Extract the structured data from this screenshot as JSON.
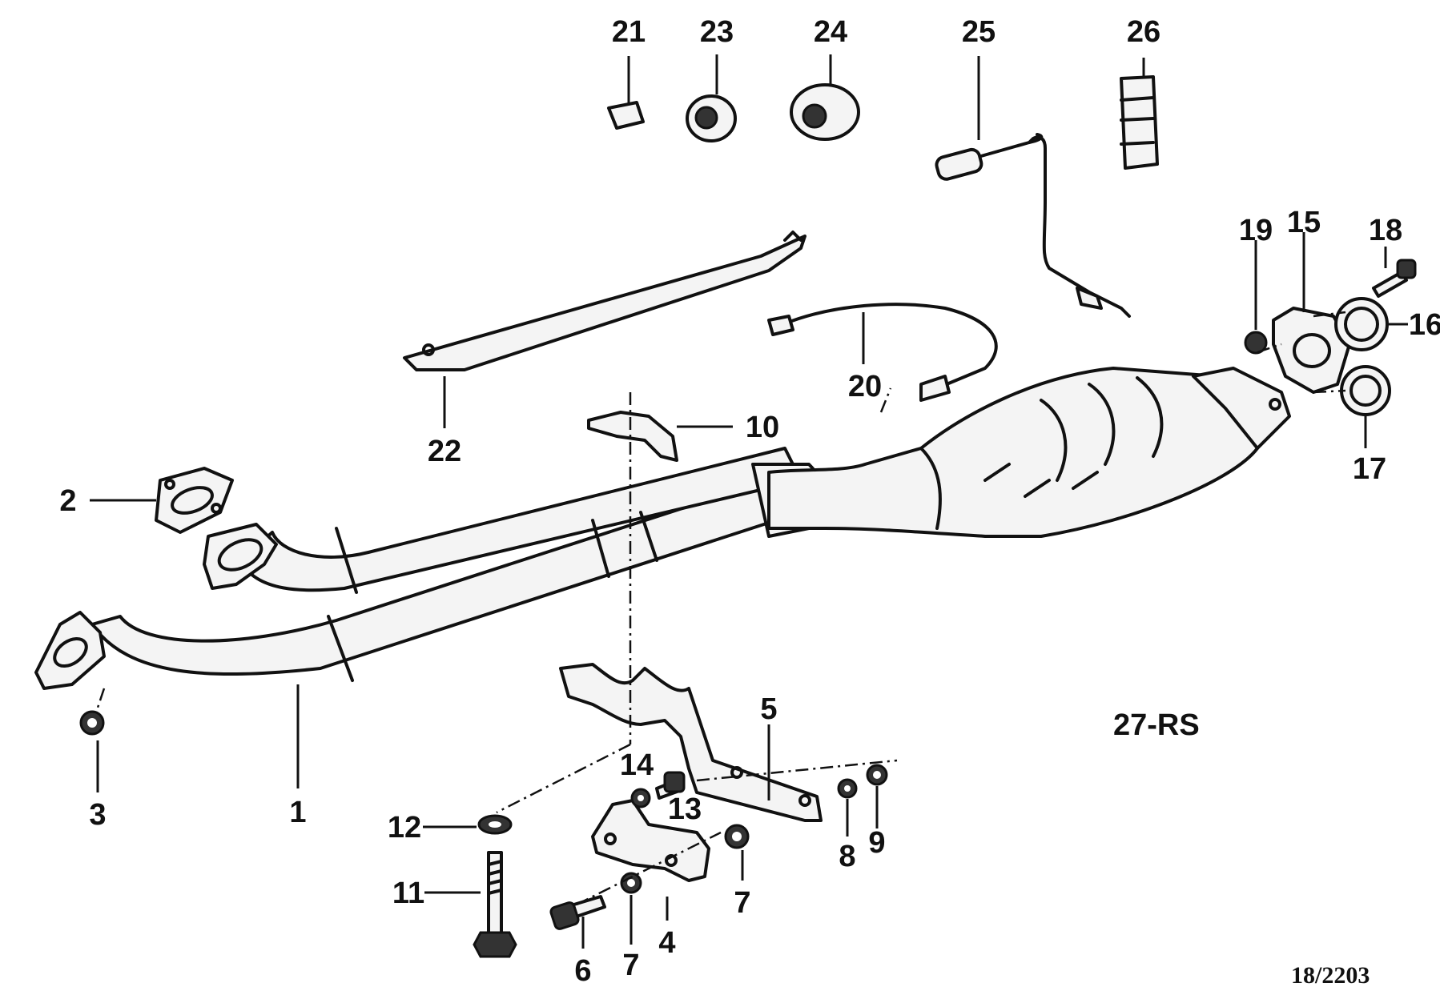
{
  "callouts": [
    {
      "id": "c1",
      "text": "1"
    },
    {
      "id": "c2",
      "text": "2"
    },
    {
      "id": "c3",
      "text": "3"
    },
    {
      "id": "c4",
      "text": "4"
    },
    {
      "id": "c5",
      "text": "5"
    },
    {
      "id": "c6",
      "text": "6"
    },
    {
      "id": "c7a",
      "text": "7"
    },
    {
      "id": "c7b",
      "text": "7"
    },
    {
      "id": "c8",
      "text": "8"
    },
    {
      "id": "c9",
      "text": "9"
    },
    {
      "id": "c10",
      "text": "10"
    },
    {
      "id": "c11",
      "text": "11"
    },
    {
      "id": "c12",
      "text": "12"
    },
    {
      "id": "c13",
      "text": "13"
    },
    {
      "id": "c14",
      "text": "14"
    },
    {
      "id": "c15",
      "text": "15"
    },
    {
      "id": "c16",
      "text": "16"
    },
    {
      "id": "c17",
      "text": "17"
    },
    {
      "id": "c18",
      "text": "18"
    },
    {
      "id": "c19",
      "text": "19"
    },
    {
      "id": "c20",
      "text": "20"
    },
    {
      "id": "c21",
      "text": "21"
    },
    {
      "id": "c22",
      "text": "22"
    },
    {
      "id": "c23",
      "text": "23"
    },
    {
      "id": "c24",
      "text": "24"
    },
    {
      "id": "c25",
      "text": "25"
    },
    {
      "id": "c26",
      "text": "26"
    }
  ],
  "variant_label": "27-RS",
  "drawing_number": "18/2203"
}
